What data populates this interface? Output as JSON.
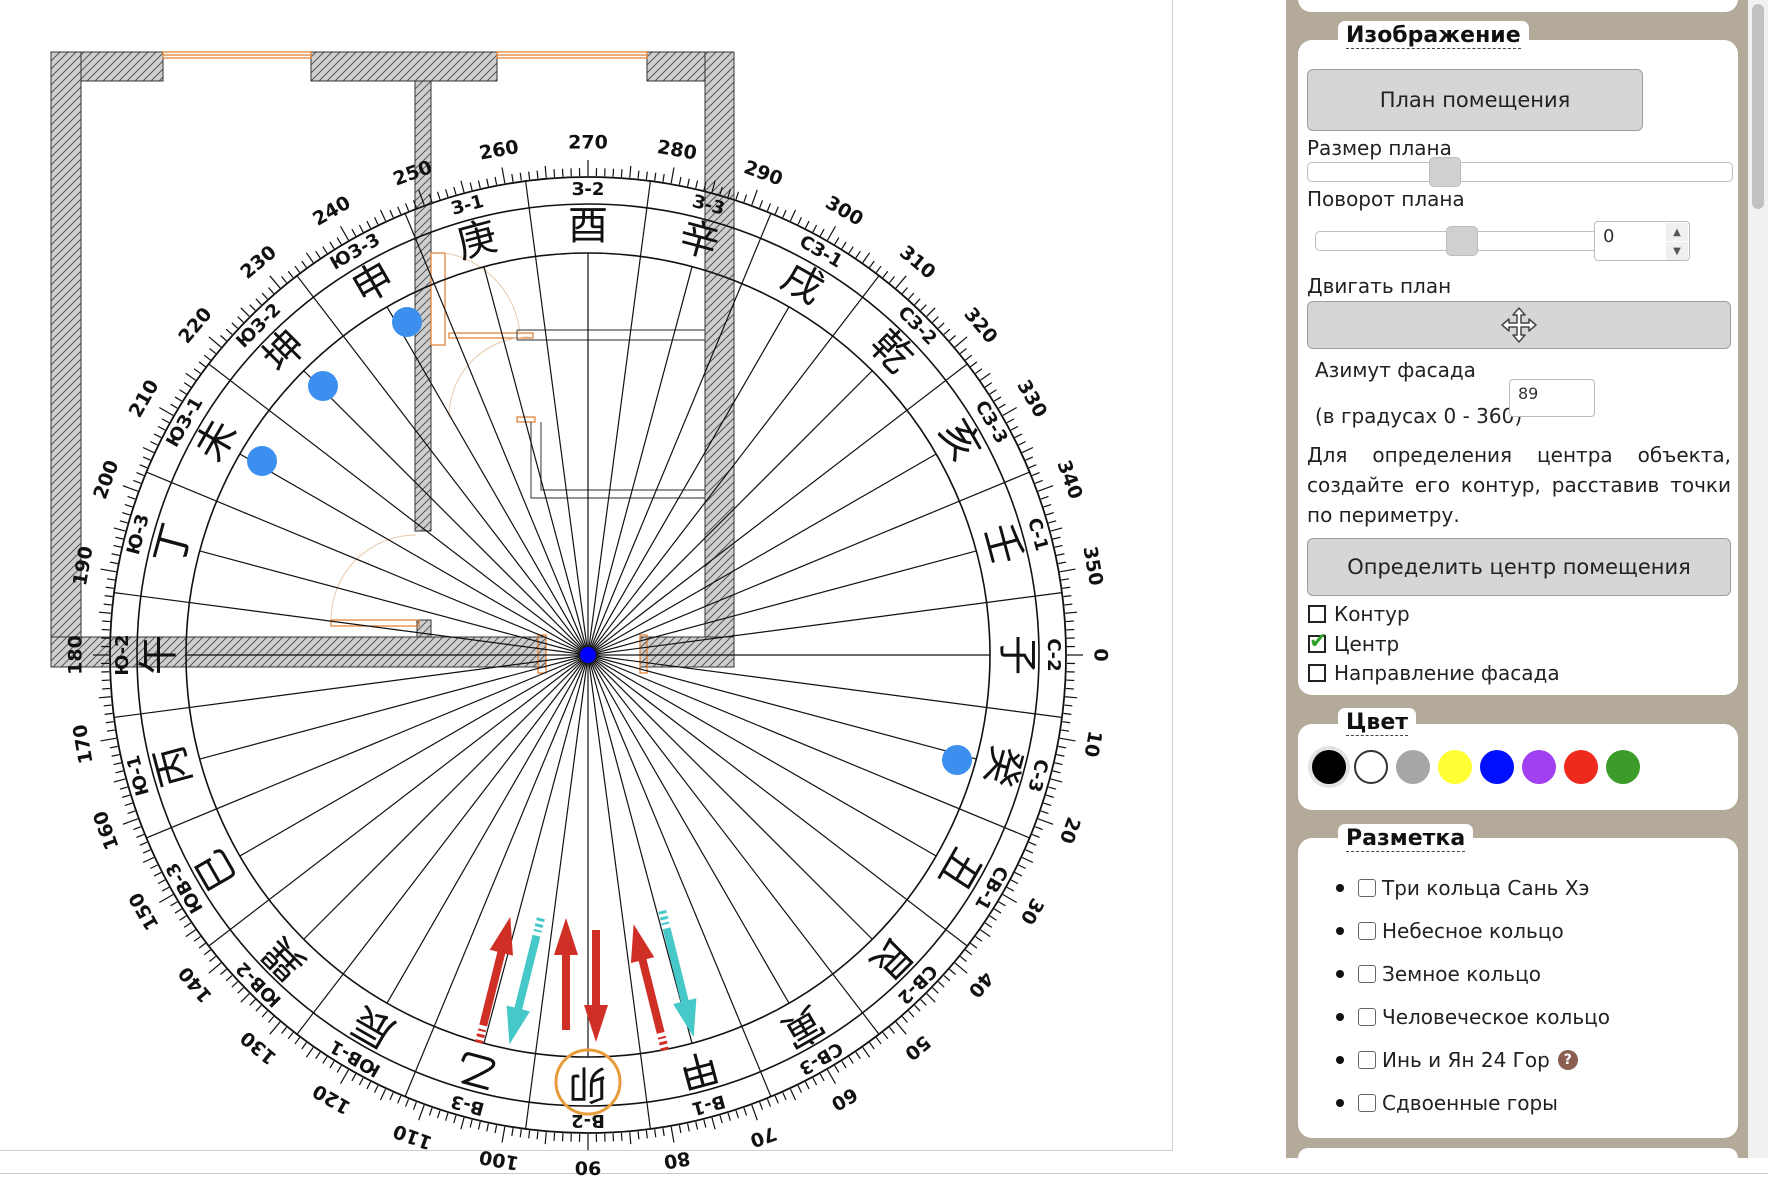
{
  "compass": {
    "facade_azimuth": 89,
    "center_color": "#0000ff",
    "marker_color": "#3d8fef",
    "degree_labels": [
      "0",
      "10",
      "20",
      "30",
      "40",
      "50",
      "60",
      "70",
      "80",
      "90",
      "100",
      "110",
      "120",
      "130",
      "140",
      "150",
      "160",
      "170",
      "180",
      "190",
      "200",
      "210",
      "220",
      "230",
      "240",
      "250",
      "260",
      "270",
      "280",
      "290",
      "300",
      "310",
      "320",
      "330",
      "340",
      "350"
    ],
    "mountains": [
      {
        "code": "С-2",
        "glyph": "子"
      },
      {
        "code": "С-3",
        "glyph": "癸"
      },
      {
        "code": "СВ-1",
        "glyph": "丑"
      },
      {
        "code": "СВ-2",
        "glyph": "艮"
      },
      {
        "code": "СВ-3",
        "glyph": "寅"
      },
      {
        "code": "В-1",
        "glyph": "甲"
      },
      {
        "code": "В-2",
        "glyph": "卯"
      },
      {
        "code": "В-3",
        "glyph": "乙"
      },
      {
        "code": "ЮВ-1",
        "glyph": "辰"
      },
      {
        "code": "ЮВ-2",
        "glyph": "巽"
      },
      {
        "code": "ЮВ-3",
        "glyph": "巳"
      },
      {
        "code": "Ю-1",
        "glyph": "丙"
      },
      {
        "code": "Ю-2",
        "glyph": "午"
      },
      {
        "code": "Ю-3",
        "glyph": "丁"
      },
      {
        "code": "ЮЗ-1",
        "glyph": "未"
      },
      {
        "code": "ЮЗ-2",
        "glyph": "坤"
      },
      {
        "code": "ЮЗ-3",
        "glyph": "申"
      },
      {
        "code": "З-1",
        "glyph": "庚"
      },
      {
        "code": "З-2",
        "glyph": "酉"
      },
      {
        "code": "З-3",
        "glyph": "辛"
      },
      {
        "code": "СЗ-1",
        "glyph": "戌"
      },
      {
        "code": "СЗ-2",
        "glyph": "乾"
      },
      {
        "code": "СЗ-3",
        "glyph": "亥"
      },
      {
        "code": "С-1",
        "glyph": "壬"
      }
    ],
    "highlighted_mountain": "В-2"
  },
  "panels": {
    "image": {
      "legend": "Изображение",
      "floorplan_button": "План помещения",
      "plan_size_label": "Размер плана",
      "plan_rotation_label": "Поворот плана",
      "plan_rotation_value": "0",
      "move_plan_label": "Двигать план",
      "facade_azimuth_label": "Азимут фасада",
      "facade_azimuth_hint": "(в градусах 0 - 360)",
      "facade_azimuth_value": "89",
      "description": "Для определения центра объекта, создайте его контур, расставив точки по периметру.",
      "find_center_button": "Определить центр помещения",
      "checkboxes": [
        {
          "label": "Контур",
          "checked": false
        },
        {
          "label": "Центр",
          "checked": true
        },
        {
          "label": "Направление фасада",
          "checked": false
        }
      ]
    },
    "color": {
      "legend": "Цвет",
      "swatches": [
        "#000000",
        "#ffffff",
        "#a6a6a6",
        "#ffff33",
        "#0010ff",
        "#a040f0",
        "#ee2a1c",
        "#3c9c2a"
      ]
    },
    "markup": {
      "legend": "Разметка",
      "items": [
        {
          "label": "Три кольца Сань Хэ",
          "checked": false
        },
        {
          "label": "Небесное кольцо",
          "checked": false
        },
        {
          "label": "Земное кольцо",
          "checked": false
        },
        {
          "label": "Человеческое кольцо",
          "checked": false
        },
        {
          "label": "Инь и Ян 24 Гор",
          "checked": false,
          "help": "?"
        },
        {
          "label": "Сдвоенные горы",
          "checked": false
        }
      ]
    }
  }
}
